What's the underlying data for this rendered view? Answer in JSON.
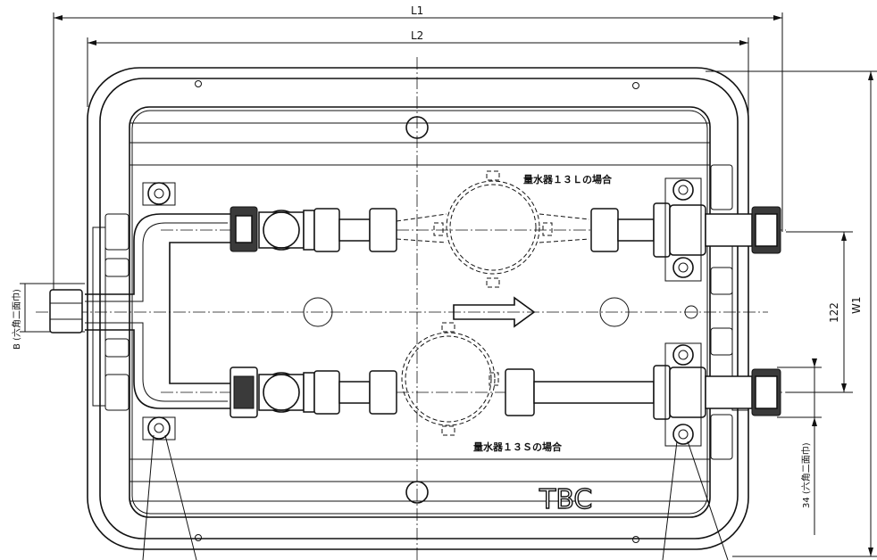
{
  "dimensions": {
    "l1": "L1",
    "l2": "L2",
    "w1": "W1",
    "d122": "122",
    "b_label": "B (六角二面巾)",
    "d34_label": "34 (六角二面巾)"
  },
  "notes": {
    "meter_13l": "量水器１３Ｌの場合",
    "meter_13s": "量水器１３Ｓの場合"
  },
  "brand": "TBC",
  "icons": {
    "flow": "flow-direction-arrow-icon"
  }
}
